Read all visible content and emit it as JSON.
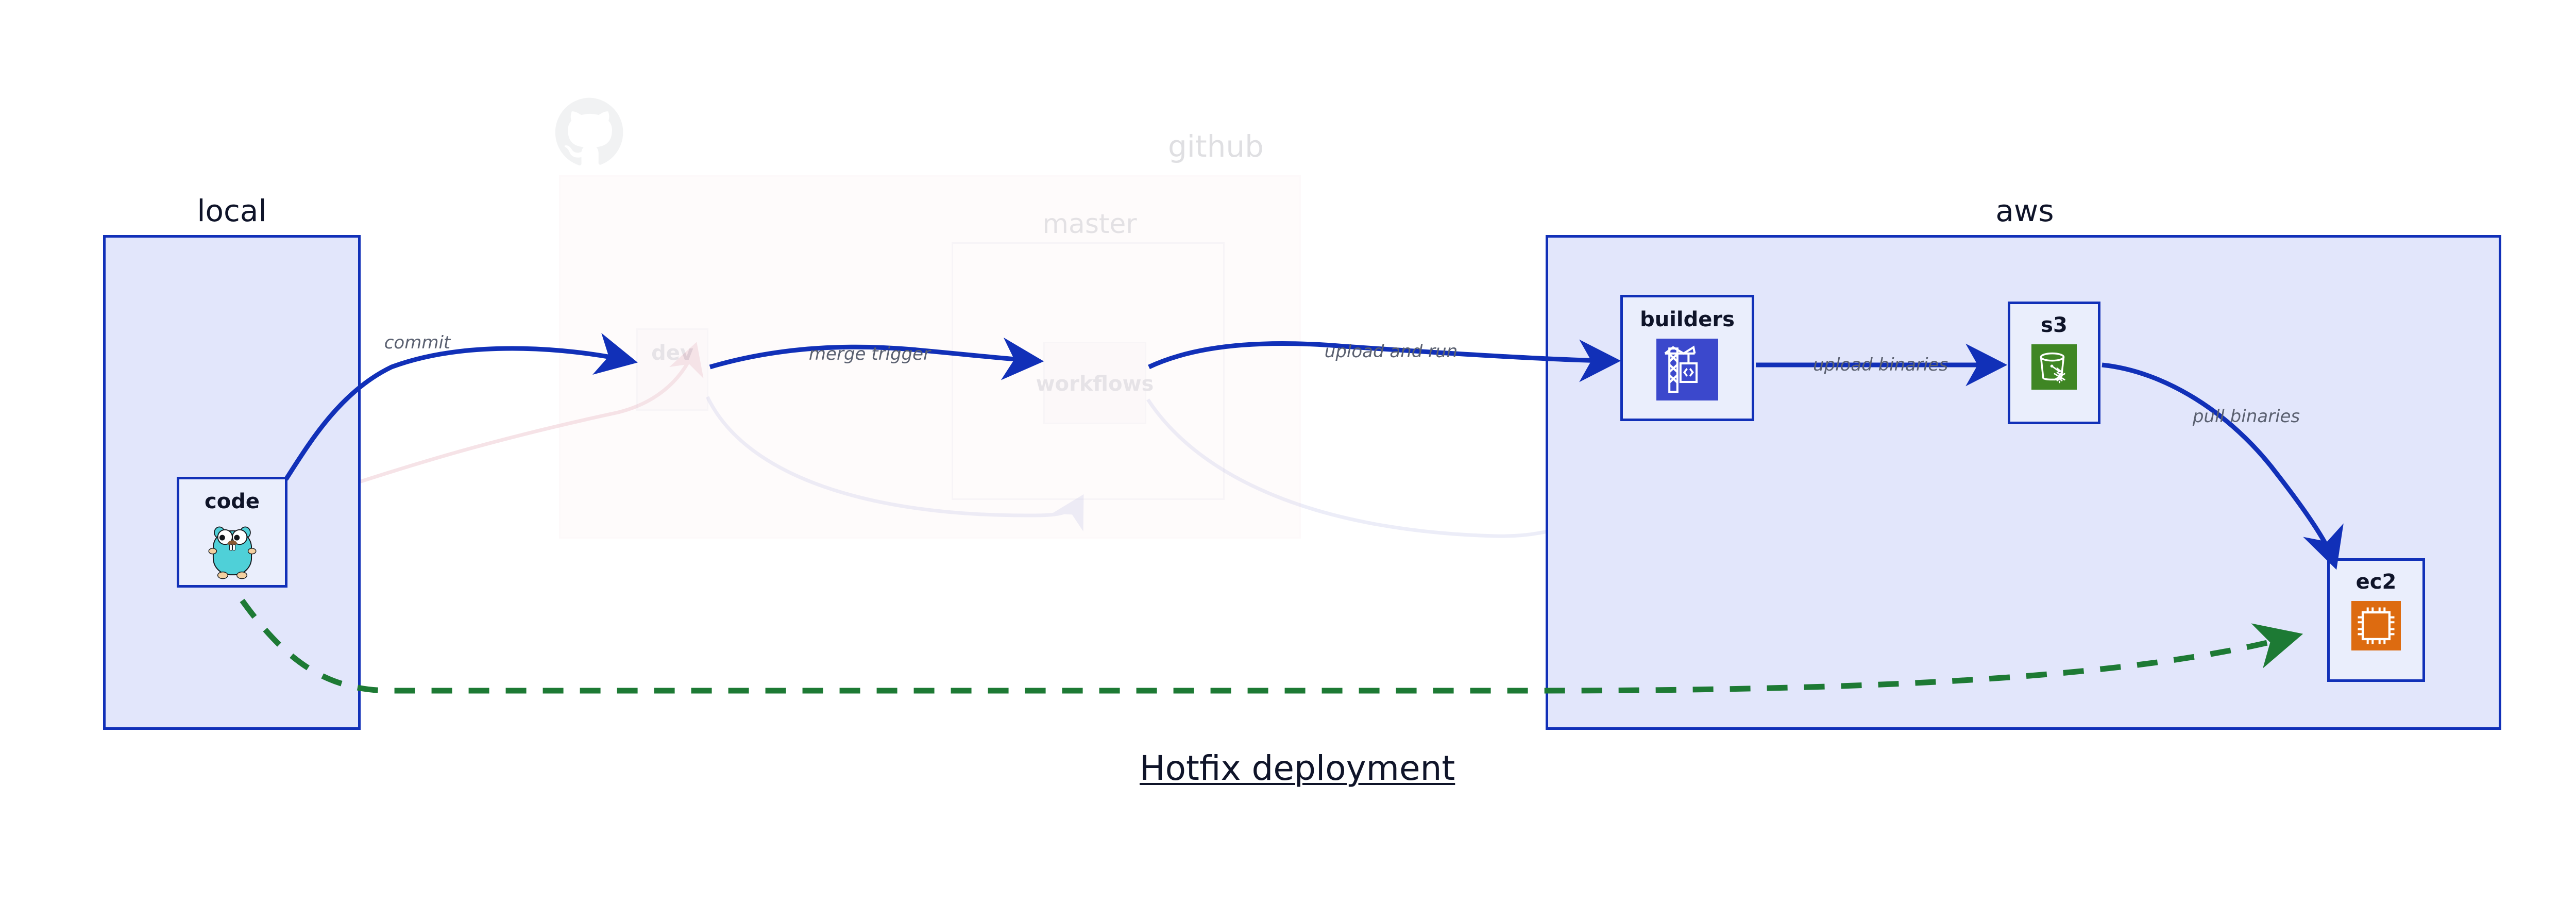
{
  "diagram": {
    "title": "Hotfix deployment",
    "title_color": "#0f1429",
    "background": "#ffffff",
    "accent_blue": "#1130b8",
    "group_fill_blue": "#e2e6fb",
    "group_fill_pink": "#fbe1e6",
    "node_fill": "#eaeefc",
    "edge_label_color": "#5a6070",
    "dashed_green": "#1d7a34"
  },
  "groups": [
    {
      "key": "local",
      "label": "local",
      "label_color": "#0f1429",
      "faded": false,
      "border_color": "#1130b8",
      "fill": "#e2e6fb"
    },
    {
      "key": "github",
      "label": "github",
      "label_color": "#0f1429",
      "faded": true,
      "border_color": "#e8b8c2",
      "fill": "#fbe1e6",
      "sublabel": "master",
      "logo": "github-octocat-logo"
    },
    {
      "key": "aws",
      "label": "aws",
      "label_color": "#0f1429",
      "faded": false,
      "border_color": "#1130b8",
      "fill": "#e2e6fb"
    }
  ],
  "nodes": [
    {
      "key": "code",
      "label": "code",
      "icon": "go-gopher-icon",
      "faded": false,
      "group": "local"
    },
    {
      "key": "dev",
      "label": "dev",
      "icon": "none",
      "faded": true,
      "group": "github"
    },
    {
      "key": "workflows",
      "label": "workflows",
      "icon": "none",
      "faded": true,
      "group": "github"
    },
    {
      "key": "builders",
      "label": "builders",
      "icon": "aws-codebuild-crane-icon",
      "faded": false,
      "group": "aws",
      "icon_color": "#3b48cc"
    },
    {
      "key": "s3",
      "label": "s3",
      "icon": "aws-s3-glacier-bucket-icon",
      "faded": false,
      "group": "aws",
      "icon_color": "#3f8624"
    },
    {
      "key": "ec2",
      "label": "ec2",
      "icon": "aws-ec2-cpu-icon",
      "faded": false,
      "group": "aws",
      "icon_color": "#dd6b10"
    }
  ],
  "edges": [
    {
      "key": "commit",
      "label": "commit",
      "from": "code",
      "to": "dev",
      "style": "solid",
      "color": "#1130b8",
      "faded": false
    },
    {
      "key": "merge-trigger",
      "label": "merge trigger",
      "from": "dev",
      "to": "workflows",
      "style": "solid",
      "color": "#1130b8",
      "faded": false
    },
    {
      "key": "upload-and-run",
      "label": "upload and run",
      "from": "workflows",
      "to": "builders",
      "style": "solid",
      "color": "#1130b8",
      "faded": false
    },
    {
      "key": "upload-binaries",
      "label": "upload binaries",
      "from": "builders",
      "to": "s3",
      "style": "solid",
      "color": "#1130b8",
      "faded": false
    },
    {
      "key": "pull-binaries",
      "label": "pull binaries",
      "from": "s3",
      "to": "ec2",
      "style": "solid",
      "color": "#1130b8",
      "faded": false
    },
    {
      "key": "hotfix-path",
      "label": "",
      "from": "code",
      "to": "ec2",
      "style": "dashed",
      "color": "#1d7a34",
      "faded": false
    }
  ]
}
